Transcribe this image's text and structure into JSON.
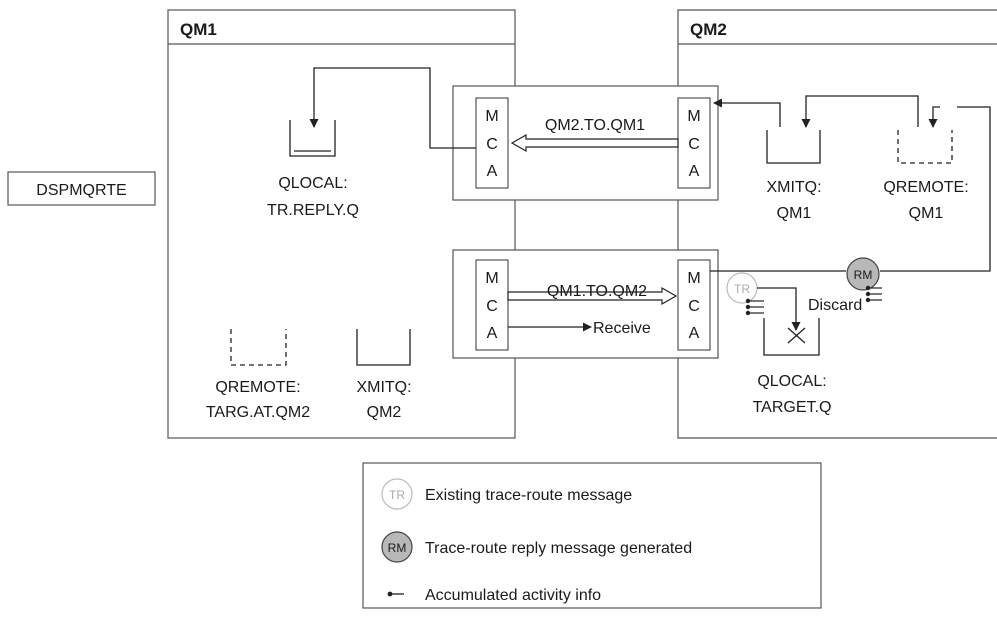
{
  "qm1": {
    "title": "QM1"
  },
  "qm2": {
    "title": "QM2"
  },
  "command": "DSPMQRTE",
  "mca": [
    "M",
    "C",
    "A"
  ],
  "channels": {
    "top": "QM2.TO.QM1",
    "bottom": "QM1.TO.QM2",
    "receive": "Receive"
  },
  "queues": {
    "reply_q": [
      "QLOCAL:",
      "TR.REPLY.Q"
    ],
    "qremote_qm1": [
      "QREMOTE:",
      "TARG.AT.QM2"
    ],
    "xmitq_qm1": [
      "XMITQ:",
      "QM2"
    ],
    "xmitq_qm2": [
      "XMITQ:",
      "QM1"
    ],
    "qremote_qm2": [
      "QREMOTE:",
      "QM1"
    ],
    "target_q": [
      "QLOCAL:",
      "TARGET.Q"
    ]
  },
  "discard": "Discard",
  "badges": {
    "tr": "TR",
    "rm": "RM"
  },
  "legend": {
    "items": [
      {
        "symbol": "TR",
        "text": "Existing trace-route message"
      },
      {
        "symbol": "RM",
        "text": "Trace-route reply message generated"
      },
      {
        "symbol": "",
        "text": "Accumulated activity info"
      }
    ]
  }
}
